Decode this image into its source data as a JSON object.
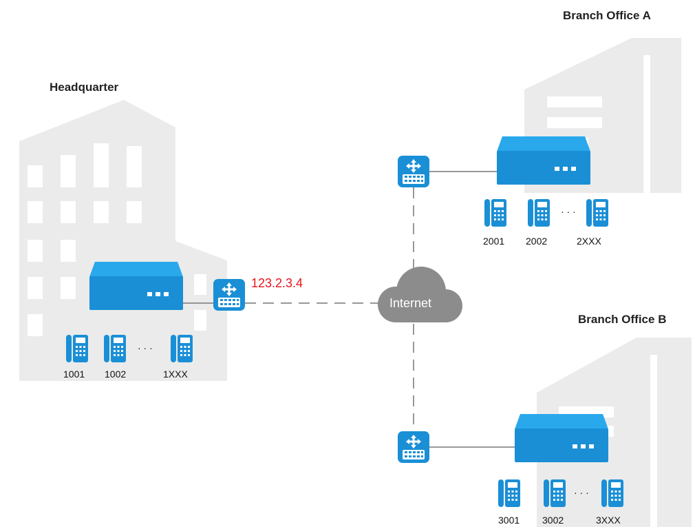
{
  "colors": {
    "device_blue": "#1a8fd6",
    "device_blue_light": "#29a8ec",
    "building_gray": "#ebebeb",
    "cloud_gray": "#8c8c8c",
    "ip_red": "#e8141c",
    "link_line": "#777777"
  },
  "icons": {
    "building": "building-icon",
    "pbx": "ip-pbx-icon",
    "router": "router-icon",
    "phone": "ip-phone-icon",
    "cloud": "cloud-icon"
  },
  "sites": {
    "headquarter": {
      "title": "Headquarter",
      "public_ip": "123.2.3.4",
      "extensions": [
        "1001",
        "1002",
        "1XXX"
      ],
      "ellipsis": "· · ·"
    },
    "branch_a": {
      "title": "Branch Office A",
      "extensions": [
        "2001",
        "2002",
        "2XXX"
      ],
      "ellipsis": "· · ·"
    },
    "branch_b": {
      "title": "Branch Office B",
      "extensions": [
        "3001",
        "3002",
        "3XXX"
      ],
      "ellipsis": "· · ·"
    }
  },
  "internet": {
    "label": "Internet"
  }
}
